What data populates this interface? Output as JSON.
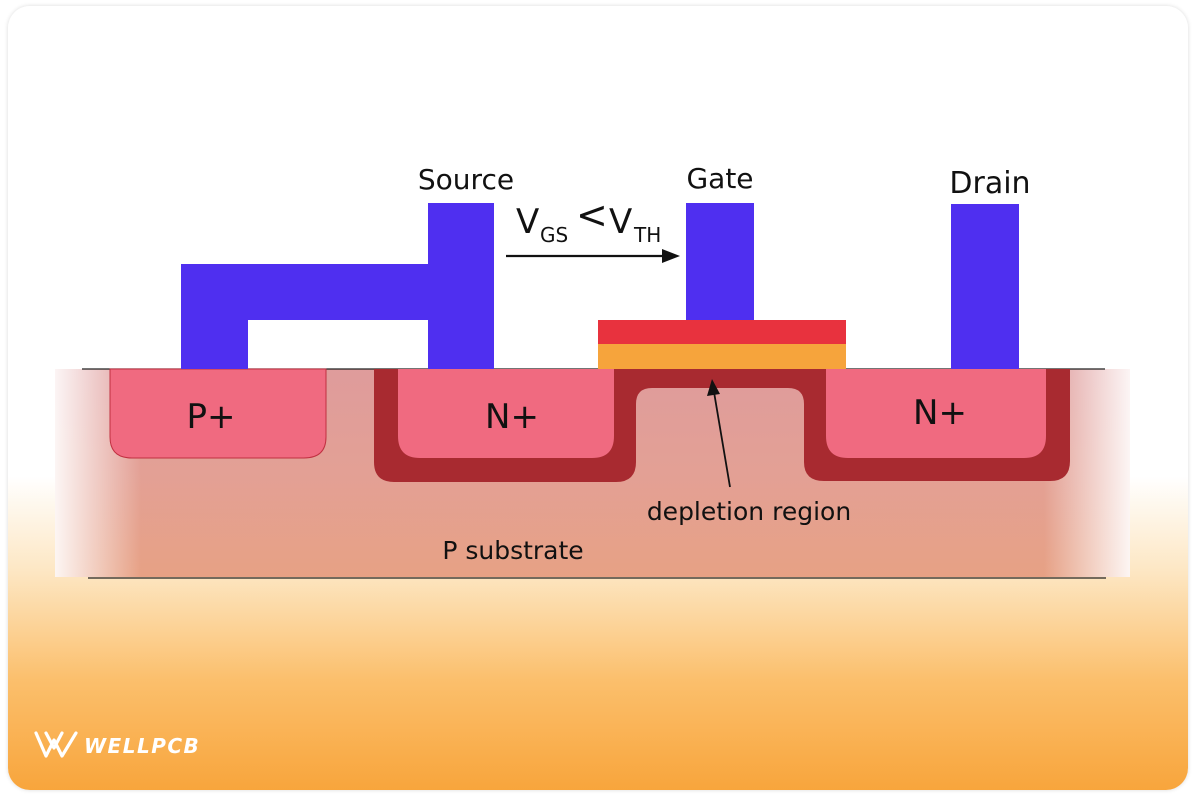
{
  "labels": {
    "source": "Source",
    "gate": "Gate",
    "drain": "Drain",
    "vgs_main": "V",
    "vgs_sub": "GS",
    "less_than": "<",
    "vth_main": "V",
    "vth_sub": "TH",
    "p_plus": "P+",
    "n_plus_left": "N+",
    "n_plus_right": "N+",
    "depletion": "depletion region",
    "substrate": "P substrate"
  },
  "brand": {
    "name": "WELLPCB"
  },
  "colors": {
    "metal": "#4f2ff0",
    "doped": "#f06a80",
    "depletion": "#a82a30",
    "gate_top": "#e8323e",
    "gate_oxide": "#f6a43c",
    "substrate": "#e08a8a"
  }
}
